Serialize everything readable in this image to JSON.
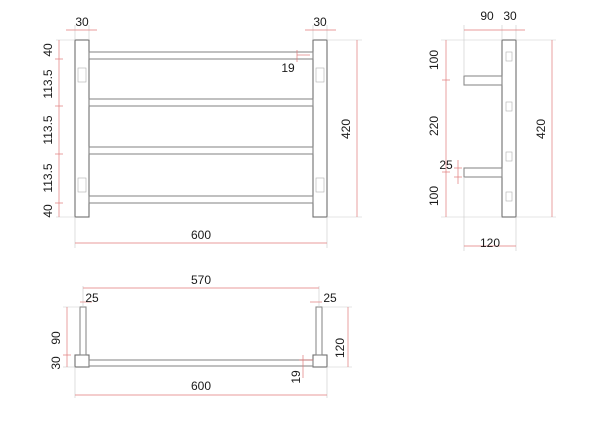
{
  "drawing": {
    "front": {
      "top_left_width": "30",
      "top_right_width": "30",
      "left_dims": [
        "40",
        "113.5",
        "113.5",
        "113.5",
        "40"
      ],
      "rail_offset": "19",
      "overall_height": "420",
      "overall_width": "600"
    },
    "side": {
      "top_dim_a": "90",
      "top_dim_b": "30",
      "left_dims": [
        "100",
        "220",
        "100"
      ],
      "small_dim": "25",
      "overall_height": "420",
      "depth": "120"
    },
    "plan": {
      "inner_width": "570",
      "left_offset": "25",
      "right_offset": "25",
      "left_dim_a": "90",
      "left_dim_b": "30",
      "right_height": "120",
      "rail_offset": "19",
      "overall_width": "600"
    }
  }
}
